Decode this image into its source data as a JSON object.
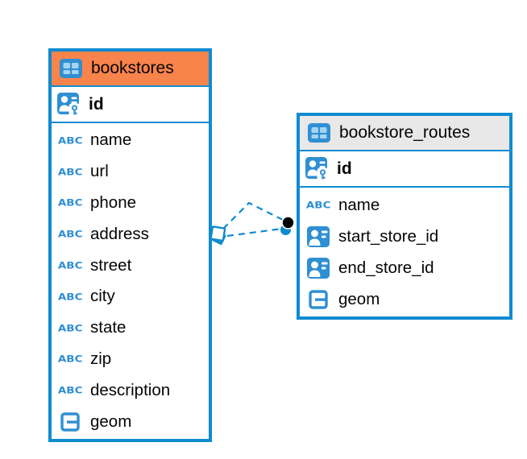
{
  "diagram": {
    "tables": [
      {
        "name": "bookstores",
        "header_style": "orange",
        "primary_key": {
          "label": "id",
          "type_icon": "person-key-icon"
        },
        "columns": [
          {
            "label": "name",
            "type_icon": "text-type-icon"
          },
          {
            "label": "url",
            "type_icon": "text-type-icon"
          },
          {
            "label": "phone",
            "type_icon": "text-type-icon"
          },
          {
            "label": "address",
            "type_icon": "text-type-icon"
          },
          {
            "label": "street",
            "type_icon": "text-type-icon"
          },
          {
            "label": "city",
            "type_icon": "text-type-icon"
          },
          {
            "label": "state",
            "type_icon": "text-type-icon"
          },
          {
            "label": "zip",
            "type_icon": "text-type-icon"
          },
          {
            "label": "description",
            "type_icon": "text-type-icon"
          },
          {
            "label": "geom",
            "type_icon": "geometry-type-icon"
          }
        ]
      },
      {
        "name": "bookstore_routes",
        "header_style": "gray",
        "primary_key": {
          "label": "id",
          "type_icon": "person-key-icon"
        },
        "columns": [
          {
            "label": "name",
            "type_icon": "text-type-icon"
          },
          {
            "label": "start_store_id",
            "type_icon": "reference-type-icon"
          },
          {
            "label": "end_store_id",
            "type_icon": "reference-type-icon"
          },
          {
            "label": "geom",
            "type_icon": "geometry-type-icon"
          }
        ]
      }
    ],
    "relationships": [
      {
        "from": "bookstores",
        "to": "bookstore_routes",
        "line_style": "dashed",
        "source_marker": "diamond",
        "target_marker": "circle"
      },
      {
        "from": "bookstores",
        "to": "bookstore_routes",
        "line_style": "dashed",
        "source_marker": "diamond",
        "target_marker": "circle"
      }
    ],
    "icon_glyphs": {
      "text_type": "ABC"
    },
    "colors": {
      "table_border": "#0F8BD0",
      "bookstores_header": "#F8834B",
      "bookstore_routes_header": "#E8E8E8",
      "icon_blue": "#2F8FD3",
      "relationship_line": "#0F8BD0",
      "target_marker_black": "#000000"
    }
  }
}
